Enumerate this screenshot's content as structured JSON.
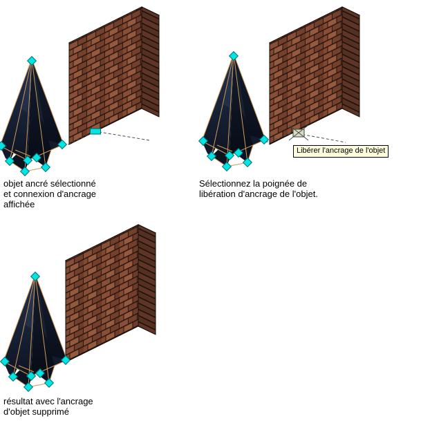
{
  "page": {
    "background": "#ffffff"
  },
  "panels": [
    {
      "name": "anchored-object-selected",
      "caption": "objet ancré sélectionné\net connexion d'ancrage\naffichée"
    },
    {
      "name": "select-release-grip",
      "caption": "Sélectionnez la poignée de\nlibération d'ancrage de l'objet.",
      "tooltip": "Libérer l'ancrage de l'objet"
    },
    {
      "name": "anchor-removed-result",
      "caption": "résultat avec l'ancrage\nd'objet supprimé"
    }
  ],
  "colors": {
    "brick": "#8a4e36",
    "mortar": "#241410",
    "wall_top": "#853a3a",
    "grip_cyan": "#00e4e4",
    "wireframe_orange": "#cf9a58",
    "tooltip_bg": "#ffffdd",
    "text": "#000000"
  }
}
